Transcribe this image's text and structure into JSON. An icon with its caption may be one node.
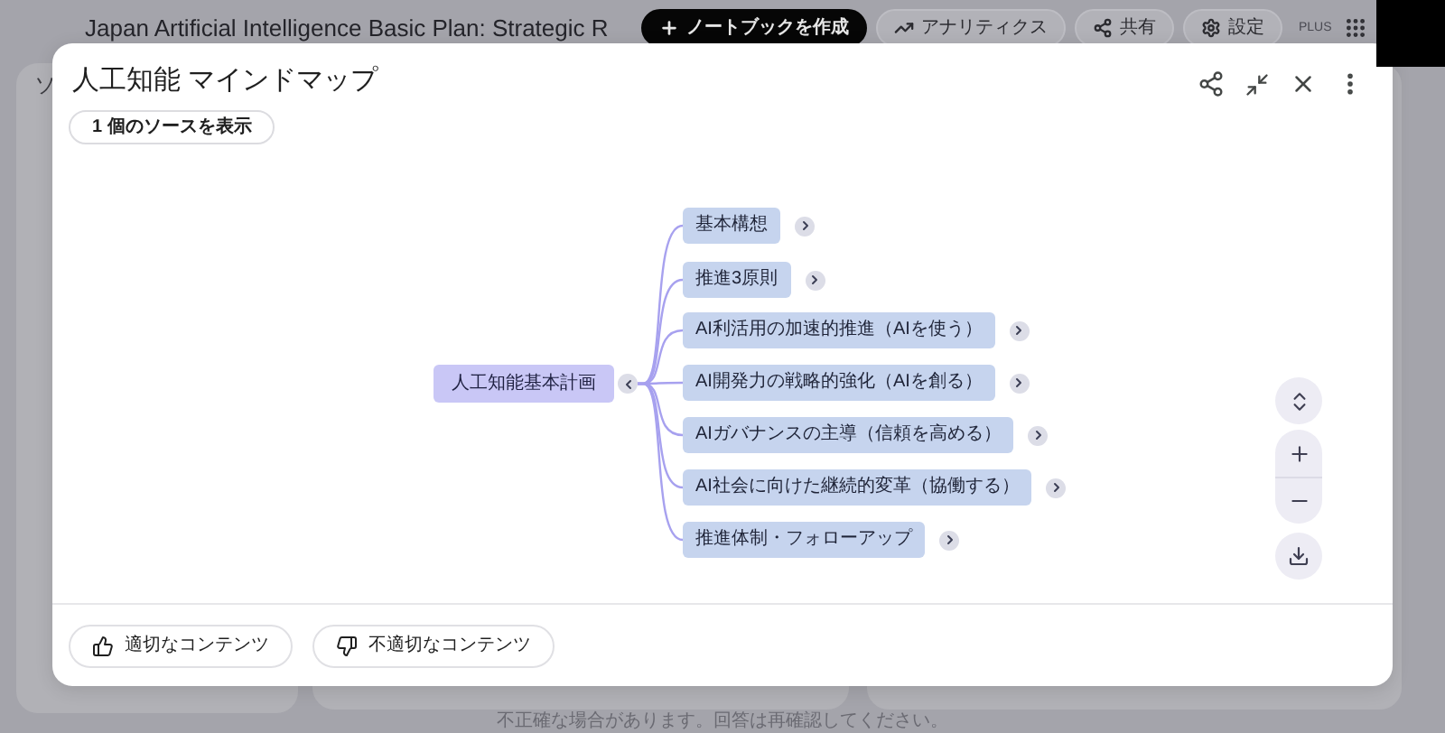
{
  "diagram": {
    "title": "人工知能 マインドマップ",
    "nodes": [
      {
        "text": [
          "人工知能基本計画"
        ]
      },
      {
        "text": [],
        "shape": "circle"
      },
      {
        "text": [
          "基本構想"
        ]
      },
      {
        "text": [
          "推進3原則"
        ]
      },
      {
        "text": [
          "AI利活用の加速的推進（AIを使う）"
        ]
      },
      {
        "text": [
          "AI開発力の戦略的強化（AIを創る）"
        ]
      },
      {
        "text": [
          "AIガバナンスの主導（信頼を高める）"
        ]
      },
      {
        "text": [
          "AI社会に向けた継続的変革（協働する）"
        ]
      },
      {
        "text": [
          "推進体制・フォローアップ"
        ]
      }
    ],
    "edges": [
      {
        "from": 1,
        "to": 2,
        "arrow": "none"
      },
      {
        "from": 1,
        "to": 3,
        "arrow": "none"
      },
      {
        "from": 1,
        "to": 4,
        "arrow": "none"
      },
      {
        "from": 1,
        "to": 5,
        "arrow": "none"
      },
      {
        "from": 1,
        "to": 6,
        "arrow": "none"
      },
      {
        "from": 1,
        "to": 7,
        "arrow": "none"
      },
      {
        "from": 1,
        "to": 8,
        "arrow": "none"
      }
    ],
    "labels": [
      "Japan Artificial Intelligence Basic Plan: Strategic R",
      "ノートブックを作成",
      "アナリティクス",
      "共有",
      "設定",
      "PLUS",
      "ソ",
      "1 個のソースを表示",
      "適切なコンテンツ",
      "不適切なコンテンツ",
      "不正確な場合があります。回答は再確認してください。"
    ]
  }
}
